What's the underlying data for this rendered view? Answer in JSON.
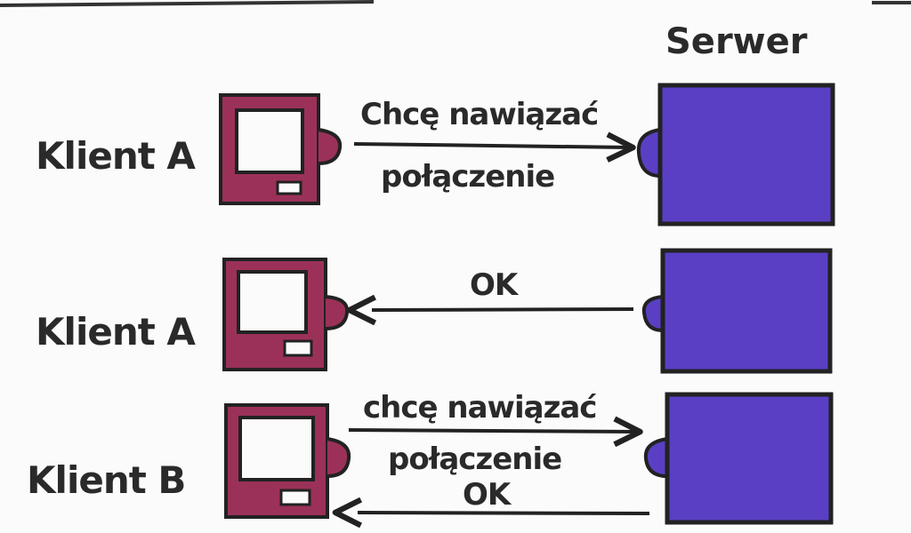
{
  "server_title": "Serwer",
  "rows": [
    {
      "client_label": "Klient A",
      "message_top": "Chcę nawiązać",
      "message_bottom": "połączenie"
    },
    {
      "client_label": "Klient A",
      "message_top": "OK"
    },
    {
      "client_label": "Klient B",
      "message_top": "chcę nawiązać",
      "message_bottom": "połączenie",
      "reply": "OK"
    }
  ],
  "colors": {
    "client_fill": "#9b3159",
    "server_fill": "#5a3fc4",
    "stroke": "#222222",
    "paper": "#fbfbfb"
  },
  "icons": {
    "client": "computer-terminal-icon",
    "server": "server-box-icon"
  }
}
